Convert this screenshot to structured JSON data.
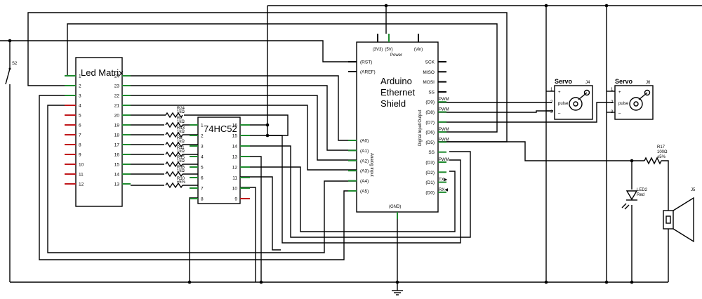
{
  "colors": {
    "wire": "#000000",
    "pin_digital": "#000000",
    "pin_green": "#1e8a2e",
    "pin_red": "#c0161a",
    "background": "#ffffff"
  },
  "switch": {
    "label": "S2"
  },
  "led_matrix": {
    "title": "Led Matrix",
    "left_pins": [
      "1",
      "2",
      "3",
      "4",
      "5",
      "6",
      "7",
      "8",
      "9",
      "10",
      "11",
      "12"
    ],
    "right_pins": [
      "24",
      "23",
      "22",
      "21",
      "20",
      "19",
      "18",
      "17",
      "16",
      "15",
      "14",
      "13"
    ]
  },
  "ic_74hc52": {
    "title": "74HC52",
    "left_pins": [
      "1",
      "2",
      "3",
      "4",
      "5",
      "6",
      "7",
      "8"
    ],
    "right_pins": [
      "16",
      "15",
      "14",
      "13",
      "12",
      "11",
      "10",
      "9"
    ]
  },
  "resistors": [
    {
      "name": "R24",
      "value": "1kΩ"
    },
    {
      "name": "R2",
      "value": "1kΩ"
    },
    {
      "name": "R13",
      "value": "1kΩ"
    },
    {
      "name": "R8",
      "value": "1kΩ"
    },
    {
      "name": "R11",
      "value": "1kΩ"
    },
    {
      "name": "R15",
      "value": "1kΩ"
    },
    {
      "name": "R16",
      "value": "1kΩ"
    },
    {
      "name": "R10",
      "value": "±5%"
    }
  ],
  "arduino": {
    "title_line1": "Arduino",
    "title_line2": "Ethernet",
    "title_line3": "Shield",
    "power_pins": [
      "(3V3)",
      "(5V)",
      "(Vin)"
    ],
    "power_label": "Power",
    "left_top": [
      "(RST)",
      "(AREF)"
    ],
    "analog_pins": [
      "(A0)",
      "(A1)",
      "(A2)",
      "(A3)",
      "(A4)",
      "(A5)"
    ],
    "analog_label": "Analog Input",
    "right_pins": [
      "SCK",
      "MISO",
      "MOSI",
      "SS",
      "(D9)",
      "(D8)",
      "(D7)",
      "(D6)",
      "(D5)",
      "SS",
      "(D3)",
      "(D2)",
      "(D1)",
      "(D0)"
    ],
    "pwm_label": "PWM",
    "tx_label": "TX▶",
    "rx_label": "RX◀",
    "digital_label": "Digital Input/Output",
    "gnd_label": "(GND)"
  },
  "servo1": {
    "title": "Servo",
    "ref": "J4",
    "pins": [
      "+",
      "pulse",
      "–"
    ],
    "nums": [
      "1",
      "2",
      "3"
    ]
  },
  "servo2": {
    "title": "Servo",
    "ref": "J6",
    "pins": [
      "+",
      "pulse",
      "–"
    ],
    "nums": [
      "1",
      "2",
      "3"
    ]
  },
  "r17": {
    "name": "R17",
    "value": "100Ω",
    "tol": "±5%"
  },
  "led2": {
    "name": "LED2",
    "color": "Red"
  },
  "speaker": {
    "ref": "J5"
  }
}
